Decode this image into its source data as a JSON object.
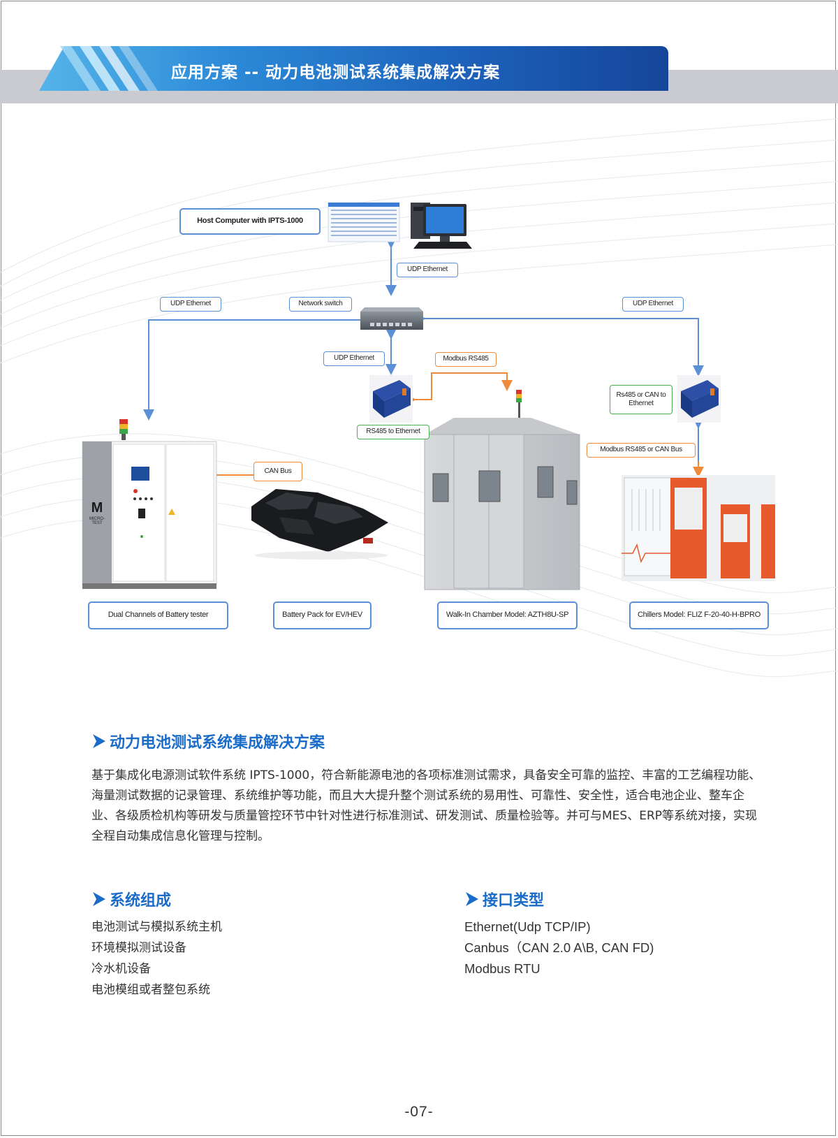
{
  "header": {
    "title": "应用方案 -- 动力电池测试系统集成解决方案"
  },
  "diagram": {
    "labels": {
      "host_computer": "Host Computer with IPTS-1000",
      "udp_top": "UDP Ethernet",
      "udp_left": "UDP Ethernet",
      "network_switch": "Network switch",
      "udp_right": "UDP Ethernet",
      "udp_mid": "UDP Ethernet",
      "modbus_rs485": "Modbus RS485",
      "rs485_ethernet": "RS485 to Ethernet",
      "rs485_can_ethernet": "Rs485 or CAN to Ethernet",
      "modbus_can": "Modbus RS485 or CAN Bus",
      "can_bus": "CAN Bus",
      "battery_tester": "Dual Channels of Battery tester",
      "battery_pack": "Battery Pack for EV/HEV",
      "walkin_chamber": "Walk-In Chamber  Model: AZTH8U-SP",
      "chillers": "Chillers Model: FLIZ F-20-40-H-BPRO",
      "tester_brand": "MICRO-TEST"
    },
    "colors": {
      "blue_link": "#5b8fd6",
      "orange_link": "#ee8a3c",
      "green_box": "#4caf50"
    }
  },
  "solution": {
    "heading": "动力电池测试系统集成解决方案",
    "body": "基于集成化电源测试软件系统 IPTS-1000，符合新能源电池的各项标准测试需求，具备安全可靠的监控、丰富的工艺编程功能、海量测试数据的记录管理、系统维护等功能，而且大大提升整个测试系统的易用性、可靠性、安全性，适合电池企业、整车企业、各级质检机构等研发与质量管控环节中针对性进行标准测试、研发测试、质量检验等。并可与MES、ERP等系统对接，实现全程自动集成信息化管理与控制。"
  },
  "composition": {
    "heading": "系统组成",
    "items": [
      "电池测试与模拟系统主机",
      "环境模拟测试设备",
      "冷水机设备",
      "电池模组或者整包系统"
    ]
  },
  "interfaces": {
    "heading": "接口类型",
    "items": [
      "Ethernet(Udp TCP/IP)",
      "Canbus（CAN 2.0 A\\B, CAN FD)",
      "Modbus RTU"
    ]
  },
  "page_number": "-07-",
  "accent_color": "#1a6cc8"
}
